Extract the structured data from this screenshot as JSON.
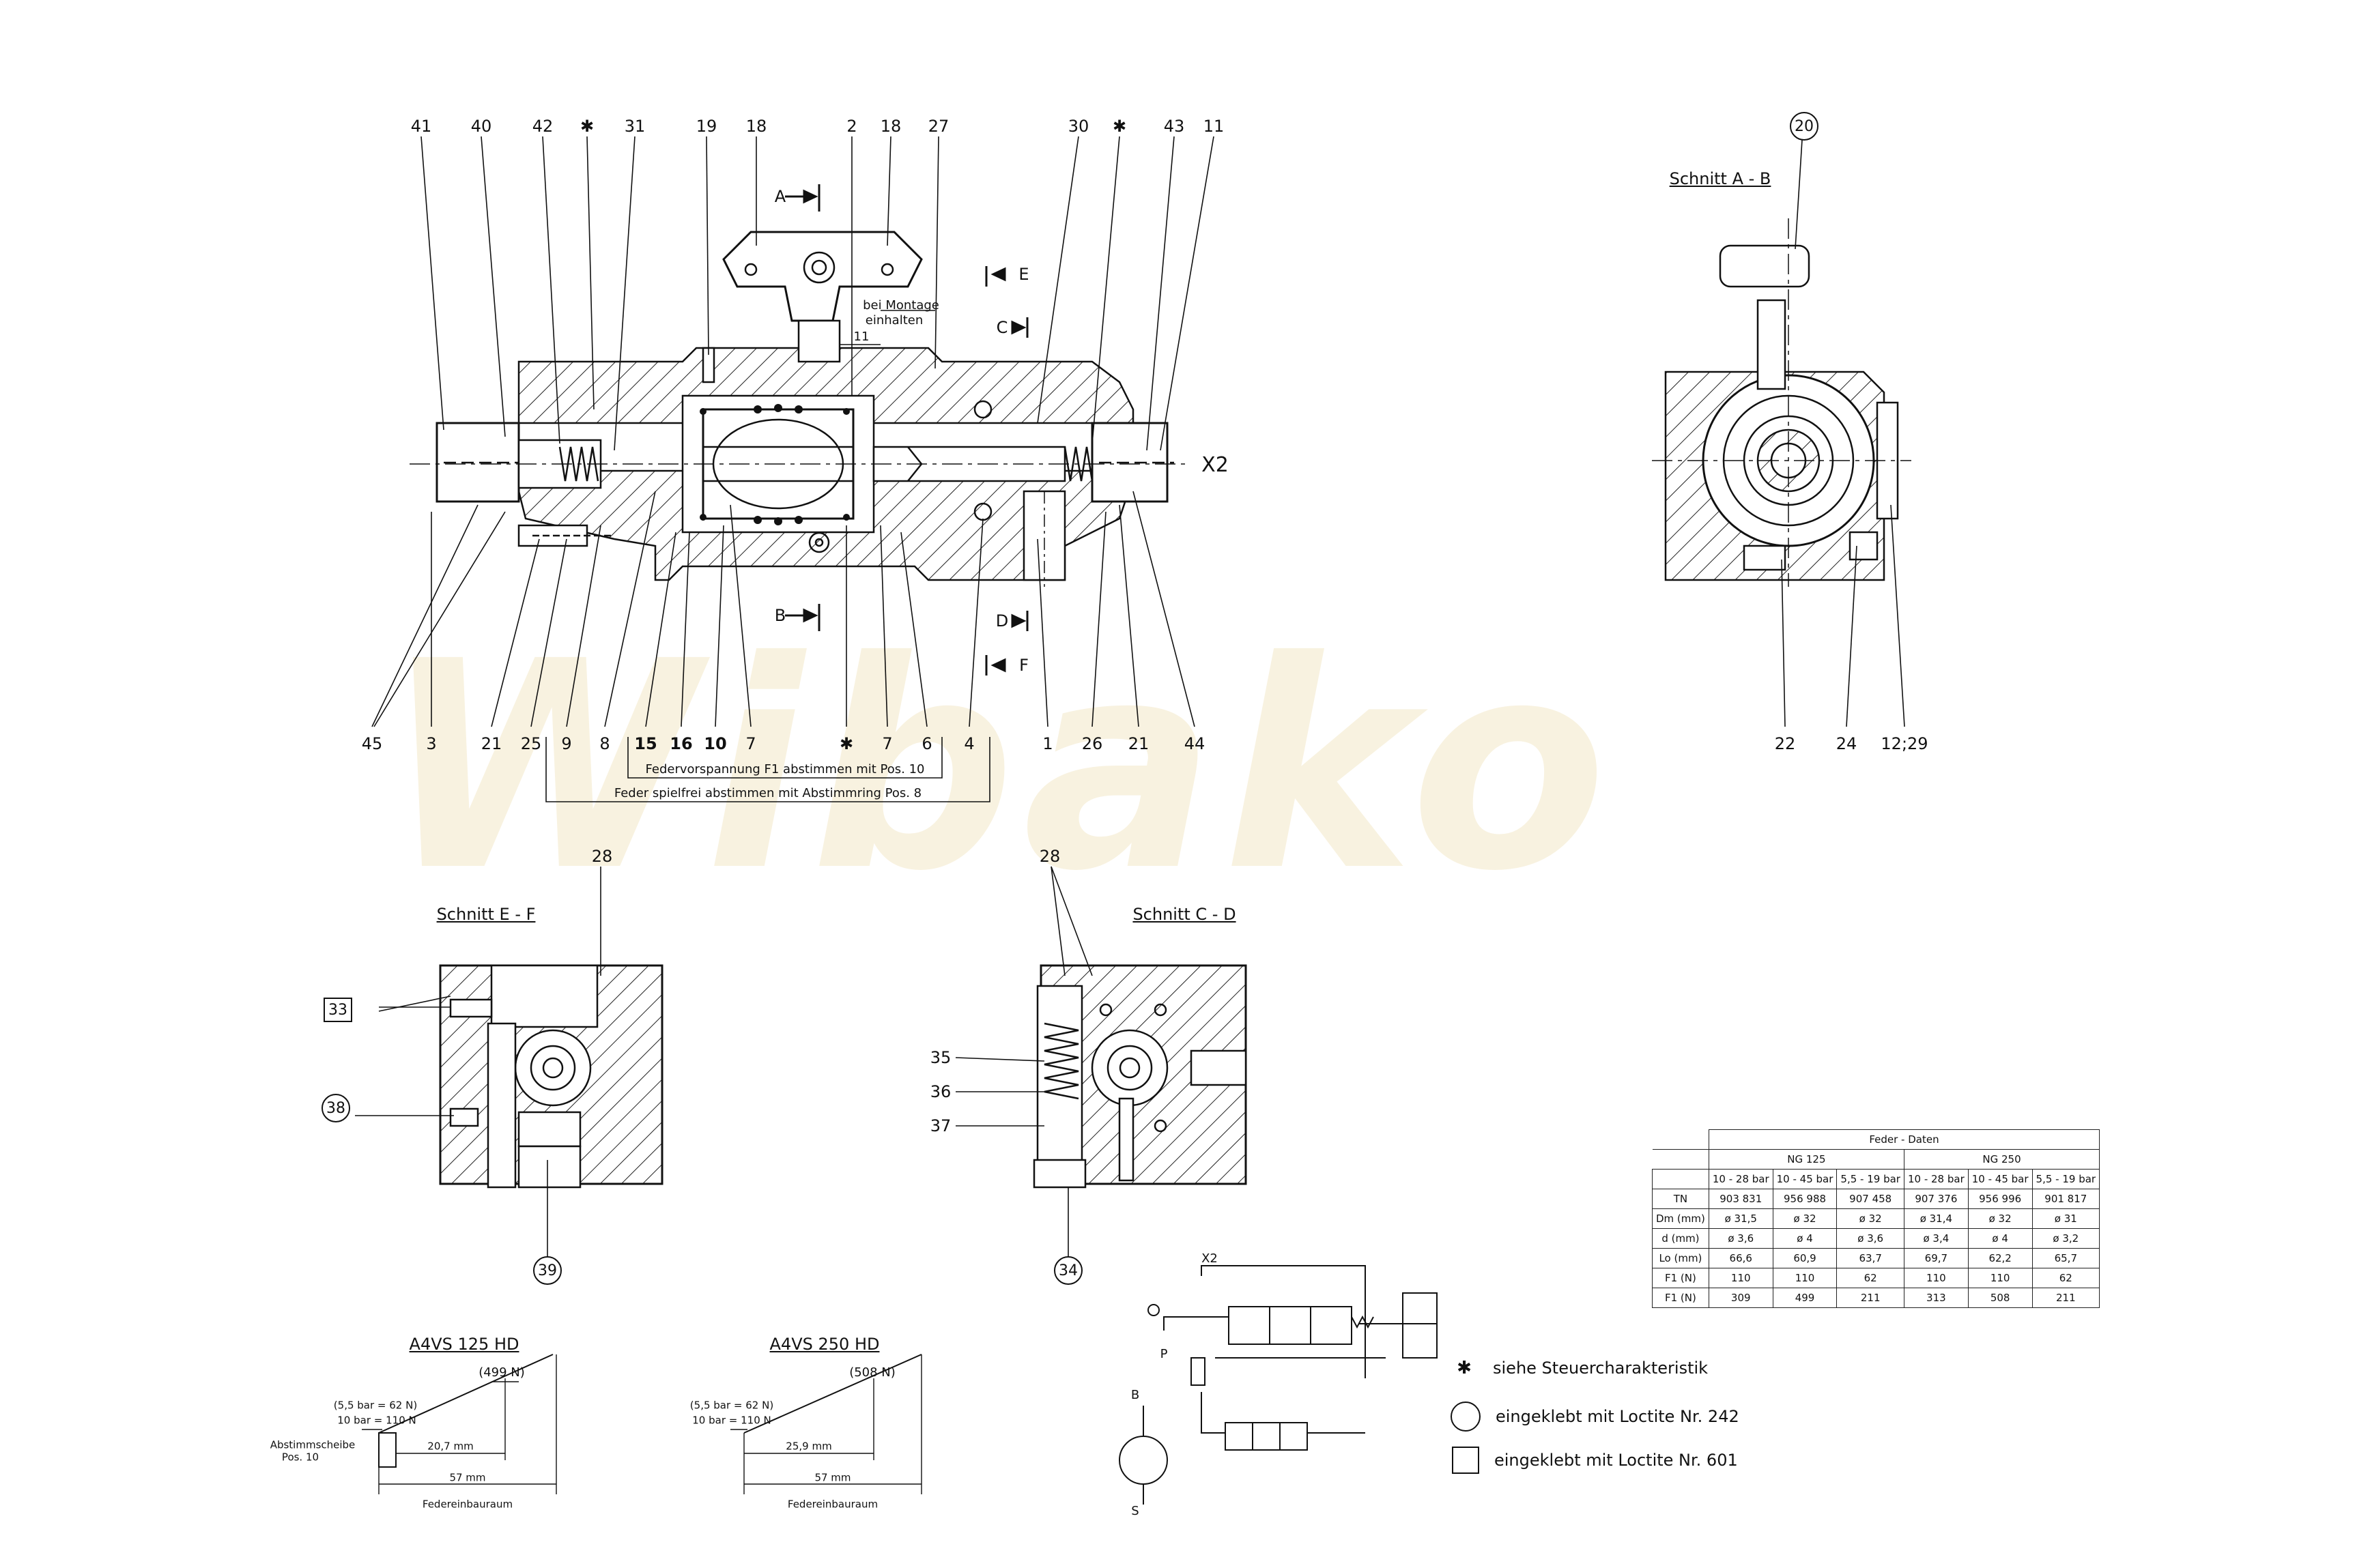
{
  "watermark": "Wibako",
  "main_view": {
    "top_labels": [
      "41",
      "40",
      "42",
      "✱",
      "31",
      "19",
      "18",
      "2",
      "18",
      "27",
      "30",
      "✱",
      "43",
      "11"
    ],
    "bottom_labels": [
      "45",
      "3",
      "21",
      "25",
      "9",
      "8",
      "15",
      "16",
      "10",
      "7",
      "✱",
      "7",
      "6",
      "4",
      "1",
      "26",
      "21",
      "44"
    ],
    "section_marks": {
      "a": "A",
      "b": "B",
      "c": "C",
      "d": "D",
      "e": "E",
      "f": "F"
    },
    "x2_label": "X2",
    "montage_note_1": "bei Montage",
    "montage_note_2": "einhalten",
    "montage_dim": "11",
    "note_f1": "Federvorspannung  F1  abstimmen mit  Pos. 10",
    "note_spiel": "Feder  spielfrei  abstimmen  mit  Abstimmring  Pos. 8"
  },
  "section_ab": {
    "title": "Schnitt  A - B",
    "circle_label": "20",
    "bottom_labels": [
      "22",
      "24",
      "12;29"
    ]
  },
  "section_ef": {
    "title": "Schnitt  E - F",
    "label_28": "28",
    "square_label": "33",
    "circle_label_38": "38",
    "circle_label_39": "39"
  },
  "section_cd": {
    "title": "Schnitt  C - D",
    "label_28": "28",
    "labels": [
      "35",
      "36",
      "37"
    ],
    "circle_label_34": "34"
  },
  "feder_table": {
    "title": "Feder - Daten",
    "groups": [
      "NG 125",
      "NG 250"
    ],
    "ranges": [
      "10 - 28 bar",
      "10 - 45 bar",
      "5,5 - 19 bar",
      "10 - 28 bar",
      "10 - 45 bar",
      "5,5 - 19 bar"
    ],
    "rows": [
      {
        "label": "TN",
        "values": [
          "903 831",
          "956 988",
          "907 458",
          "907 376",
          "956 996",
          "901 817"
        ]
      },
      {
        "label": "Dm (mm)",
        "values": [
          "ø 31,5",
          "ø 32",
          "ø 32",
          "ø 31,4",
          "ø 32",
          "ø 31"
        ]
      },
      {
        "label": "d  (mm)",
        "values": [
          "ø 3,6",
          "ø 4",
          "ø 3,6",
          "ø 3,4",
          "ø 4",
          "ø 3,2"
        ]
      },
      {
        "label": "Lo (mm)",
        "values": [
          "66,6",
          "60,9",
          "63,7",
          "69,7",
          "62,2",
          "65,7"
        ]
      },
      {
        "label": "F1  (N)",
        "values": [
          "110",
          "110",
          "62",
          "110",
          "110",
          "62"
        ]
      },
      {
        "label": "F1  (N)",
        "values": [
          "309",
          "499",
          "211",
          "313",
          "508",
          "211"
        ]
      }
    ]
  },
  "graph_125": {
    "title": "A4VS  125  HD",
    "top_value": "(499 N)",
    "label_55": "(5,5 bar = 62 N)",
    "label_10": "10  bar = 110 N",
    "disc_1": "Abstimmscheibe",
    "disc_2": "Pos. 10",
    "dim_short": "20,7 mm",
    "dim_long": "57 mm",
    "caption": "Federeinbauraum"
  },
  "graph_250": {
    "title": "A4VS  250  HD",
    "top_value": "(508 N)",
    "label_55": "(5,5 bar = 62 N)",
    "label_10": "10  bar = 110 N",
    "dim_short": "25,9 mm",
    "dim_long": "57 mm",
    "caption": "Federeinbauraum"
  },
  "hydraulic": {
    "x2": "X2",
    "p": "P",
    "b": "B",
    "s": "S"
  },
  "legend": [
    {
      "symbol": "star",
      "text": "siehe  Steuercharakteristik"
    },
    {
      "symbol": "circle",
      "text": "eingeklebt  mit  Loctite  Nr. 242"
    },
    {
      "symbol": "square",
      "text": "eingeklebt  mit  Loctite  Nr. 601"
    }
  ]
}
